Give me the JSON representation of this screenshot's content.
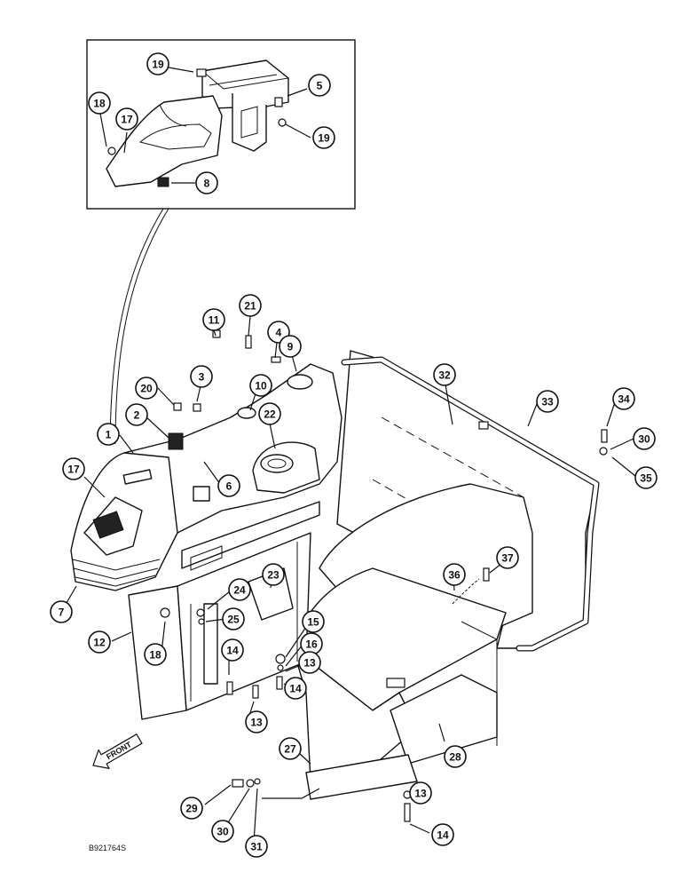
{
  "drawing_code": "B921764S",
  "front_label": "FRONT",
  "callouts": [
    {
      "id": "c19a",
      "label": "19"
    },
    {
      "id": "c5",
      "label": "5"
    },
    {
      "id": "c18a",
      "label": "18"
    },
    {
      "id": "c17a",
      "label": "17"
    },
    {
      "id": "c19b",
      "label": "19"
    },
    {
      "id": "c8",
      "label": "8"
    },
    {
      "id": "c11",
      "label": "11"
    },
    {
      "id": "c21",
      "label": "21"
    },
    {
      "id": "c4",
      "label": "4"
    },
    {
      "id": "c9",
      "label": "9"
    },
    {
      "id": "c20",
      "label": "20"
    },
    {
      "id": "c3",
      "label": "3"
    },
    {
      "id": "c10",
      "label": "10"
    },
    {
      "id": "c2",
      "label": "2"
    },
    {
      "id": "c22",
      "label": "22"
    },
    {
      "id": "c1",
      "label": "1"
    },
    {
      "id": "c6",
      "label": "6"
    },
    {
      "id": "c17b",
      "label": "17"
    },
    {
      "id": "c32",
      "label": "32"
    },
    {
      "id": "c33",
      "label": "33"
    },
    {
      "id": "c34",
      "label": "34"
    },
    {
      "id": "c30a",
      "label": "30"
    },
    {
      "id": "c35",
      "label": "35"
    },
    {
      "id": "c7",
      "label": "7"
    },
    {
      "id": "c23",
      "label": "23"
    },
    {
      "id": "c24",
      "label": "24"
    },
    {
      "id": "c25",
      "label": "25"
    },
    {
      "id": "c12",
      "label": "12"
    },
    {
      "id": "c18b",
      "label": "18"
    },
    {
      "id": "c36",
      "label": "36"
    },
    {
      "id": "c37",
      "label": "37"
    },
    {
      "id": "c15",
      "label": "15"
    },
    {
      "id": "c16",
      "label": "16"
    },
    {
      "id": "c13a",
      "label": "13"
    },
    {
      "id": "c14a",
      "label": "14"
    },
    {
      "id": "c14b",
      "label": "14"
    },
    {
      "id": "c13b",
      "label": "13"
    },
    {
      "id": "c27",
      "label": "27"
    },
    {
      "id": "c28",
      "label": "28"
    },
    {
      "id": "c29",
      "label": "29"
    },
    {
      "id": "c13c",
      "label": "13"
    },
    {
      "id": "c30b",
      "label": "30"
    },
    {
      "id": "c31",
      "label": "31"
    },
    {
      "id": "c14c",
      "label": "14"
    }
  ]
}
